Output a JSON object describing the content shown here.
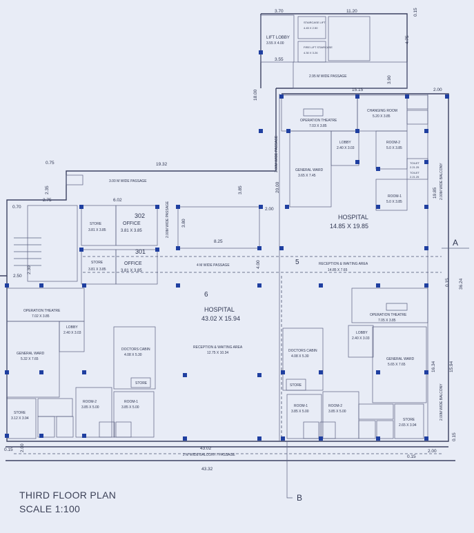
{
  "drawing": {
    "title": "THIRD FLOOR PLAN",
    "scale": "SCALE 1:100"
  },
  "rooms": {
    "lift_lobby": {
      "name": "LIFT LOBBY",
      "size": "3.55 X 4.00"
    },
    "staircase_lift": {
      "name": "STAIRCASE LIFT",
      "size": "4.45 X 2.50"
    },
    "fire_lift": {
      "name": "FIRE LIFT STAIRCASE",
      "size": "4.30 X 3.26"
    },
    "hospital_a": {
      "name": "HOSPITAL",
      "size": "14.85 X 19.85"
    },
    "hospital_b": {
      "name": "HOSPITAL",
      "size": "43.02 X 15.94"
    },
    "store_302": {
      "name": "STORE",
      "size": "3.81 X 3.85"
    },
    "office_302": {
      "name": "OFFICE",
      "size": "3.81 X 3.85",
      "number": "302"
    },
    "store_301": {
      "name": "STORE",
      "size": "3.81 X 3.85"
    },
    "office_301": {
      "name": "OFFICE",
      "size": "3.81 X 3.85",
      "number": "301"
    },
    "op_theatre_top": {
      "name": "OPERATION THEATRE",
      "size": "7.03 X 3.85"
    },
    "changing_room": {
      "name": "CHANGING ROOM",
      "size": "5.20 X 3.85"
    },
    "general_ward_top": {
      "name": "GENERAL WARD",
      "size": "3.65 X 7.45"
    },
    "lobby_top": {
      "name": "LOBBY",
      "size": "2.40 X 3.03"
    },
    "room2_top": {
      "name": "ROOM-2",
      "size": "5.0 X 3.85"
    },
    "room1_top": {
      "name": "ROOM-1",
      "size": "5.0 X 3.85"
    },
    "toilet_a": {
      "name": "TOILET",
      "size": "2.21.25"
    },
    "toilet_b": {
      "name": "TOILET",
      "size": "2.21.25"
    },
    "reception_a": {
      "name": "RECEPTION & WAITING AREA",
      "size": "14.85 X 7.65"
    },
    "op_theatre_left": {
      "name": "OPERATION THEATRE",
      "size": "7.02 X 3.85"
    },
    "lobby_left": {
      "name": "LOBBY",
      "size": "2.40 X 3.03"
    },
    "general_ward_left": {
      "name": "GENERAL WARD",
      "size": "5.32 X 7.65"
    },
    "doctors_cabin_left": {
      "name": "DOCTORS CABIN",
      "size": "4.08 X 5.30"
    },
    "store_left_small": {
      "name": "STORE",
      "size": ""
    },
    "room2_left": {
      "name": "ROOM-2",
      "size": "3.85 X 5.00"
    },
    "room1_left": {
      "name": "ROOM-1",
      "size": "3.85 X 5.00"
    },
    "store_left_corner": {
      "name": "STORE",
      "size": "3.12 X 3.94"
    },
    "reception_b": {
      "name": "RECEPTION & WAITING AREA",
      "size": "12.75 X 10.34"
    },
    "doctors_cabin_right": {
      "name": "DOCTORS CABIN",
      "size": "4.08 X 5.30"
    },
    "store_right_small": {
      "name": "STORE",
      "size": ""
    },
    "room1_right": {
      "name": "ROOM-1",
      "size": "3.85 X 5.00"
    },
    "room2_right": {
      "name": "ROOM-2",
      "size": "3.85 X 5.00"
    },
    "op_theatre_right": {
      "name": "OPERATION THEATRE",
      "size": "7.05 X 3.85"
    },
    "lobby_right": {
      "name": "LOBBY",
      "size": "2.40 X 3.03"
    },
    "general_ward_right": {
      "name": "GENERAL WARD",
      "size": "5.65 X 7.65"
    },
    "store_right_corner": {
      "name": "STORE",
      "size": "2.65 X 3.94"
    }
  },
  "passages": {
    "top": "2.95 M WIDE PASSAGE",
    "left_top": "3.00 M WIDE PASSAGE",
    "middle": "4 M WIDE PASSAGE",
    "bottom": "2 M WIDE BALCONY / PASSAGE",
    "vertical_a": "2.00M WIDE PASSAGE",
    "vertical_b": "2.00M WIDE BALCONY",
    "vertical_c": "2.00M WIDE BALCONY",
    "vertical_d": "2.00M WIDE PASSAGE"
  },
  "dimensions": {
    "d_370": "3.70",
    "d_1120": "11.20",
    "d_355": "3.55",
    "d_1515": "15.15",
    "d_200a": "2.00",
    "d_1932": "19.32",
    "d_075": "0.75",
    "d_275": "2.75",
    "d_070": "0.70",
    "d_602": "6.02",
    "d_825": "8.25",
    "d_1800": "18.00",
    "d_2000": "20.00",
    "d_1985": "19.85",
    "d_3624": "36.24",
    "d_1634": "16.34",
    "d_1594": "15.94",
    "d_4302": "43.02",
    "d_4332": "43.32",
    "d_015a": "0.15",
    "d_200b": "2.00",
    "d_250": "2.50",
    "d_230": "2.30",
    "d_400": "4.00",
    "d_200c": "2.00",
    "d_015b": "0.15",
    "d_015c": "0.15",
    "d_385": "3.85",
    "d_235": "2.35",
    "d_475": "4.75",
    "d_390": "3.90",
    "d_380": "3.80",
    "d_015d": "0.15",
    "d_200d": "2.00",
    "d_015e": "0.15"
  },
  "markers": {
    "section_a": "A",
    "section_b": "B",
    "grid_5": "5",
    "grid_6": "6"
  },
  "colors": {
    "paper": "#e8ecf6",
    "line": "#3a4060",
    "column": "#1f3fa0"
  }
}
